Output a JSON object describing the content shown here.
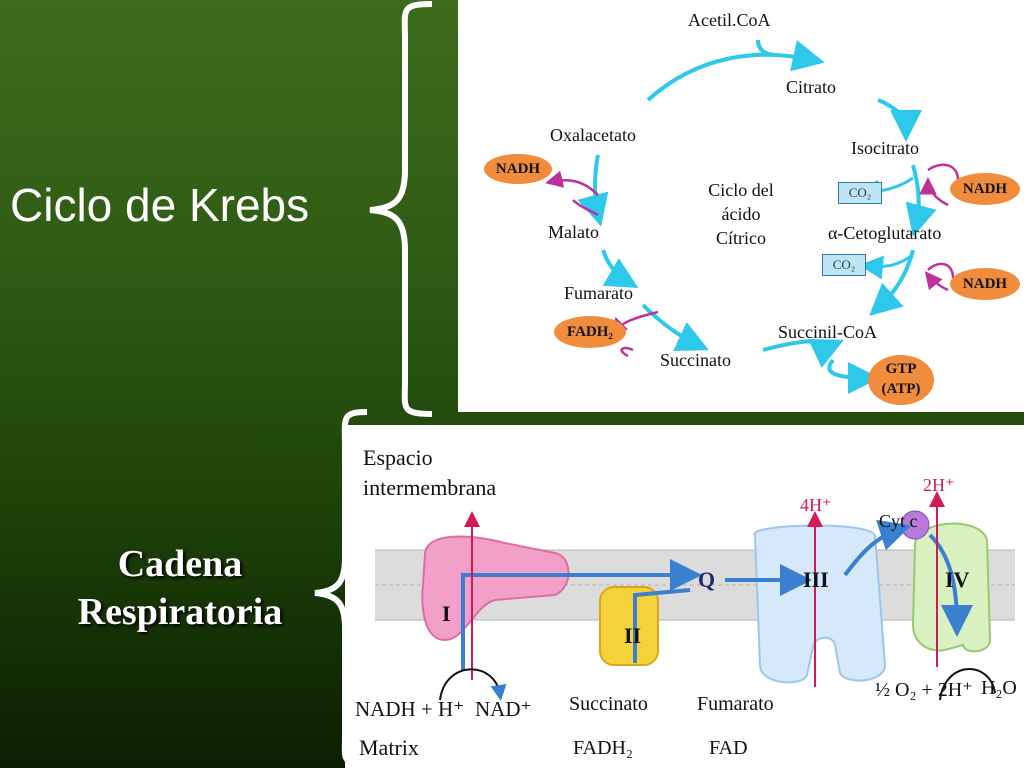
{
  "slide": {
    "krebs_title": "Ciclo de  Krebs",
    "chain_title_line1": "Cadena",
    "chain_title_line2": "Respiratoria"
  },
  "krebs_cycle": {
    "center_line1": "Ciclo del",
    "center_line2": "ácido",
    "center_line3": "Cítrico",
    "metabolites": {
      "acetil_coa": "Acetil.CoA",
      "citrato": "Citrato",
      "isocitrato": "Isocitrato",
      "cetoglutarato": "α-Cetoglutarato",
      "succinil_coa": "Succinil-CoA",
      "succinato": "Succinato",
      "fumarato": "Fumarato",
      "malato": "Malato",
      "oxalacetato": "Oxalacetato"
    },
    "products": {
      "nadh_1": "NADH",
      "nadh_2": "NADH",
      "nadh_3": "NADH",
      "fadh2": "FADH₂",
      "gtp": "GTP",
      "atp": "(ATP)",
      "co2_1": "CO₂",
      "co2_2": "CO₂"
    },
    "colors": {
      "arrow": "#2ec8ea",
      "oval": "#f08c3c",
      "side_arrow": "#c0309a"
    }
  },
  "respiratory_chain": {
    "intermembrane_line1": "Espacio",
    "intermembrane_line2": "intermembrana",
    "matrix": "Matrix",
    "complexes": {
      "c1": "I",
      "c2": "II",
      "q": "Q",
      "c3": "III",
      "c4": "IV"
    },
    "cyt_c": "Cyt c",
    "protons_3": "4H⁺",
    "protons_4": "2H⁺",
    "reaction_1_left": "NADH + H⁺",
    "reaction_1_right": "NAD⁺",
    "succinato": "Succinato",
    "fumarato": "Fumarato",
    "fadh2": "FADH₂",
    "fad": "FAD",
    "o2_reaction": "½ O₂ + 2H⁺",
    "h2o": "H₂O"
  }
}
